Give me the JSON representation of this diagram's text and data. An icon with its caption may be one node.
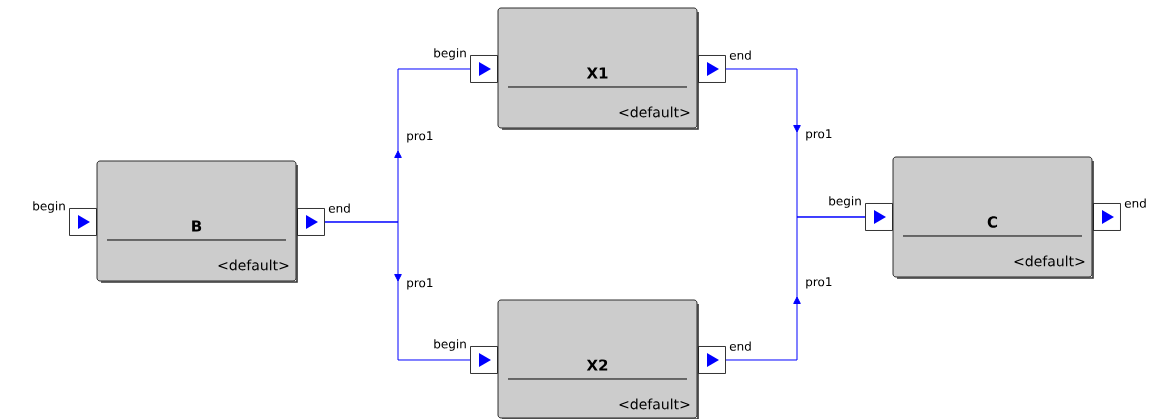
{
  "diagram": {
    "nodes": [
      {
        "text": [
          "B",
          "<default>"
        ]
      },
      {
        "text": [],
        "shape": "box",
        "beside": [
          "begin"
        ]
      },
      {
        "text": [],
        "shape": "box",
        "beside": [
          "end"
        ]
      },
      {
        "text": [
          "X1",
          "<default>"
        ]
      },
      {
        "text": [],
        "shape": "box",
        "beside": [
          "begin"
        ]
      },
      {
        "text": [],
        "shape": "box",
        "beside": [
          "end"
        ]
      },
      {
        "text": [
          "X2",
          "<default>"
        ]
      },
      {
        "text": [],
        "shape": "box",
        "beside": [
          "begin"
        ]
      },
      {
        "text": [],
        "shape": "box",
        "beside": [
          "end"
        ]
      },
      {
        "text": [
          "C",
          "<default>"
        ]
      },
      {
        "text": [],
        "shape": "box",
        "beside": [
          "begin"
        ]
      },
      {
        "text": [],
        "shape": "box",
        "beside": [
          "end"
        ]
      }
    ],
    "edges": [
      {
        "from": 2,
        "to": 4,
        "arrow": "to",
        "label": "pro1"
      },
      {
        "from": 2,
        "to": 7,
        "arrow": "to",
        "label": "pro1"
      },
      {
        "from": 5,
        "to": 10,
        "arrow": "to",
        "label": "pro1"
      },
      {
        "from": 8,
        "to": 10,
        "arrow": "to",
        "label": "pro1"
      }
    ]
  }
}
